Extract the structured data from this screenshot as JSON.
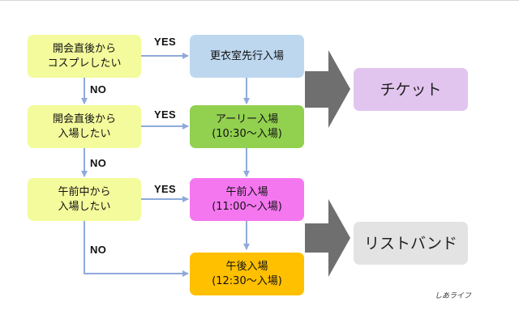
{
  "questions": {
    "q1": "開会直後から\nコスプレしたい",
    "q2": "開会直後から\n入場したい",
    "q3": "午前中から\n入場したい"
  },
  "entries": {
    "e1": "更衣室先行入場",
    "e2": "アーリー入場\n(10:30〜入場)",
    "e3": "午前入場\n(11:00〜入場)",
    "e4": "午後入場\n(12:30〜入場)"
  },
  "results": {
    "ticket": "チケット",
    "wristband": "リストバンド"
  },
  "labels": {
    "yes": "YES",
    "no": "NO"
  },
  "credit": "しあライフ",
  "colors": {
    "question": "#f3fb9c",
    "changing_room": "#bdd7ee",
    "early": "#92d050",
    "morning": "#f577f0",
    "afternoon": "#ffc000",
    "ticket": "#e2c5ee",
    "wristband": "#e3e3e3",
    "arrow": "#8eaadb",
    "big_arrow": "#6f6f6f"
  }
}
